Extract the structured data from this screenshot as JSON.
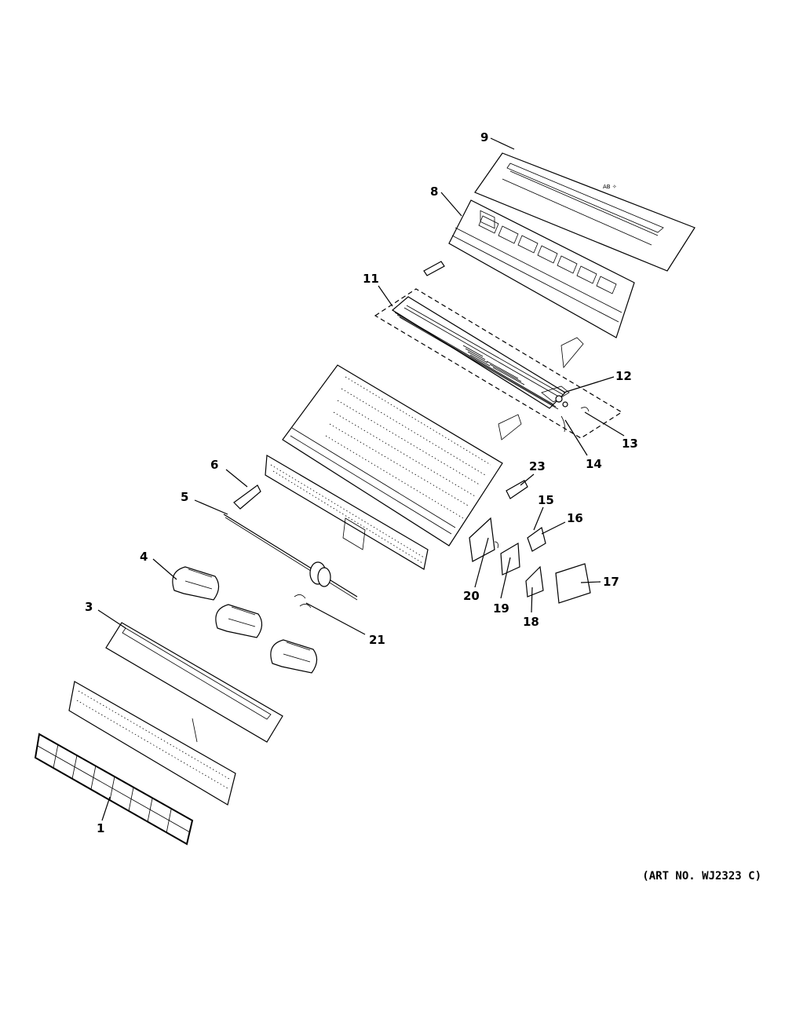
{
  "labels": {
    "l1": "1",
    "l3": "3",
    "l4": "4",
    "l5": "5",
    "l6": "6",
    "l8": "8",
    "l9": "9",
    "l11": "11",
    "l12": "12",
    "l13": "13",
    "l14": "14",
    "l15": "15",
    "l16": "16",
    "l17": "17",
    "l18": "18",
    "l19": "19",
    "l20": "20",
    "l21": "21",
    "l23": "23"
  },
  "art_number": "(ART NO. WJ2323 C)"
}
